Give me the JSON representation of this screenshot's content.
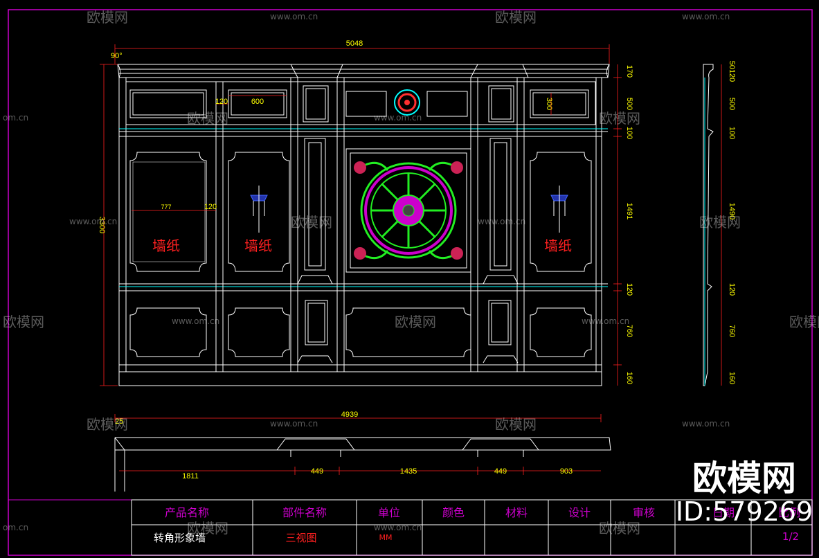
{
  "watermark": {
    "brand": "欧模网",
    "url": "www.om.cn",
    "url_short": "om.cn",
    "logo_text": "欧模网",
    "id_text": "ID:579269"
  },
  "angle_label": "90°",
  "elevation": {
    "overall_width": "5048",
    "overall_height": "3300",
    "panel_inner_width": "777",
    "stile_120": "120",
    "top_panel_width": "600",
    "top_panel_height": "300",
    "wallpaper_label": "墙纸"
  },
  "right_dims": [
    "170",
    "500",
    "100",
    "1491",
    "120",
    "760",
    "160"
  ],
  "side_dims": [
    "50120",
    "500",
    "100",
    "1490",
    "120",
    "760",
    "160"
  ],
  "plan": {
    "overall": "4939",
    "offset": "25",
    "segments": [
      "1811",
      "449",
      "1435",
      "449",
      "903"
    ]
  },
  "title_block": {
    "headers": [
      "产品名称",
      "部件名称",
      "单位",
      "颜色",
      "材料",
      "设计",
      "审核",
      "日期",
      "比例"
    ],
    "values": [
      "转角形象墙",
      "三视图",
      "MM",
      "",
      "",
      "",
      "",
      "",
      "1/2"
    ]
  },
  "colors": {
    "frame": "#cc00cc",
    "line": "#ffffff",
    "cyan": "#00ffff",
    "dim_red": "#ff2020",
    "dim_text": "#ffff00",
    "label_red": "#ff2020",
    "header": "#cc00cc"
  }
}
